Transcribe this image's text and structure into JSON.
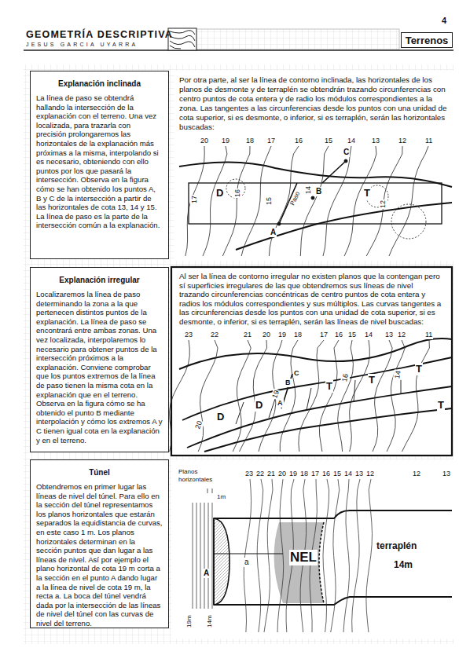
{
  "diagram": {
    "title": "GEOMETRÍA DESCRIPTIVA",
    "nodes": [
      {
        "text": [
          "Terrenos"
        ]
      },
      {
        "text": [
          "Explanación inclinada",
          "La línea de paso se obtendrá hallando la intersección de la explanación con el terreno. Una vez localizada, para trazarla con precisión prolongaremos las horizontales de la explanación más próximas a la misma, interpolando si es necesario, obteniendo con ello puntos por los que pasará la intersección. Observa en la figura cómo se han obtenido los puntos A, B y C de la intersección a partir de las horizontales de cota 13, 14 y 15. La línea de paso es la parte de la intersección común a la explanación."
        ]
      },
      {
        "text": [
          "Explanación irregular",
          "Localizaremos la línea de paso determinando la zona a la que pertenecen distintos puntos de la explanación. La línea de paso se encontrará entre ambas zonas. Una vez localizada, interpolaremos lo necesario para obtener puntos de la intersección próximos a la explanación. Conviene comprobar que los puntos extremos de la línea de paso tienen la misma cota en la explanación que en el terreno. Observa en la figura cómo se ha obtenido el punto B mediante interpolación y cómo los extremos A y C tienen igual cota en la explanación y en el terreno."
        ]
      },
      {
        "text": [
          "Túnel",
          "Obtendremos en primer lugar las líneas de nivel del túnel. Para ello en la sección del túnel representamos los planos horizontales que estarán separados la equidistancia de curvas, en este caso 1 m. Los planos horizontales determinan en la sección puntos que dan lugar a las líneas de nivel. Así por ejemplo el plano horizontal de cota 19 m corta a la sección en el punto A dando lugar a la línea de nivel de cota 19 m, la recta a. La boca del túnel vendrá dada por la intersección de las líneas de nivel del túnel con las curvas de nivel del terreno."
        ]
      },
      {
        "text": [
          "Al ser la línea de contorno irregular no existen planos que la contengan pero sí superficies irregulares de las que obtendremos sus líneas de nivel trazando circunferencias concéntricas de centro puntos de cota entera y radios los módulos correspondientes y sus múltiplos. Las curvas tangentes a las circunferencias desde los puntos con una unidad de cota superior, si es desmonte, o inferior, si es terraplén, serán las líneas de nivel buscadas:"
        ]
      }
    ],
    "labels": [
      "4",
      "JESUS GARCIA UYARRA",
      "Por otra parte, al ser la línea de contorno inclinada, las horizontales de los planos de desmonte y de terraplén se obtendrán trazando circunferencias con centro puntos de cota entera y de radio los módulos correspondientes a la zona. Las tangentes a las circunferencias desde los puntos con una unidad de cota superior, si es desmonte, o inferior, si es terraplén, serán las horizontales buscadas:",
      "20",
      "19",
      "18",
      "17",
      "16",
      "15",
      "14",
      "13",
      "12",
      "11",
      "17",
      "D",
      "16",
      "15",
      "Paso",
      "14",
      "B",
      "C",
      "A",
      "T",
      "12",
      "23",
      "22",
      "21",
      "20",
      "19",
      "18",
      "17",
      "16",
      "15",
      "14",
      "13",
      "12",
      "11",
      "C",
      "B",
      "A",
      "T",
      "T",
      "T",
      "T",
      "D",
      "D",
      "20",
      "19",
      "16",
      "14",
      "Planos horizontales",
      "1m",
      "23",
      "22",
      "21",
      "20",
      "19",
      "18",
      "17",
      "16",
      "15",
      "14",
      "13",
      "12",
      "12",
      "13",
      "terraplén",
      "14m",
      "NEL",
      "A",
      "a",
      "19m",
      "14m"
    ]
  }
}
